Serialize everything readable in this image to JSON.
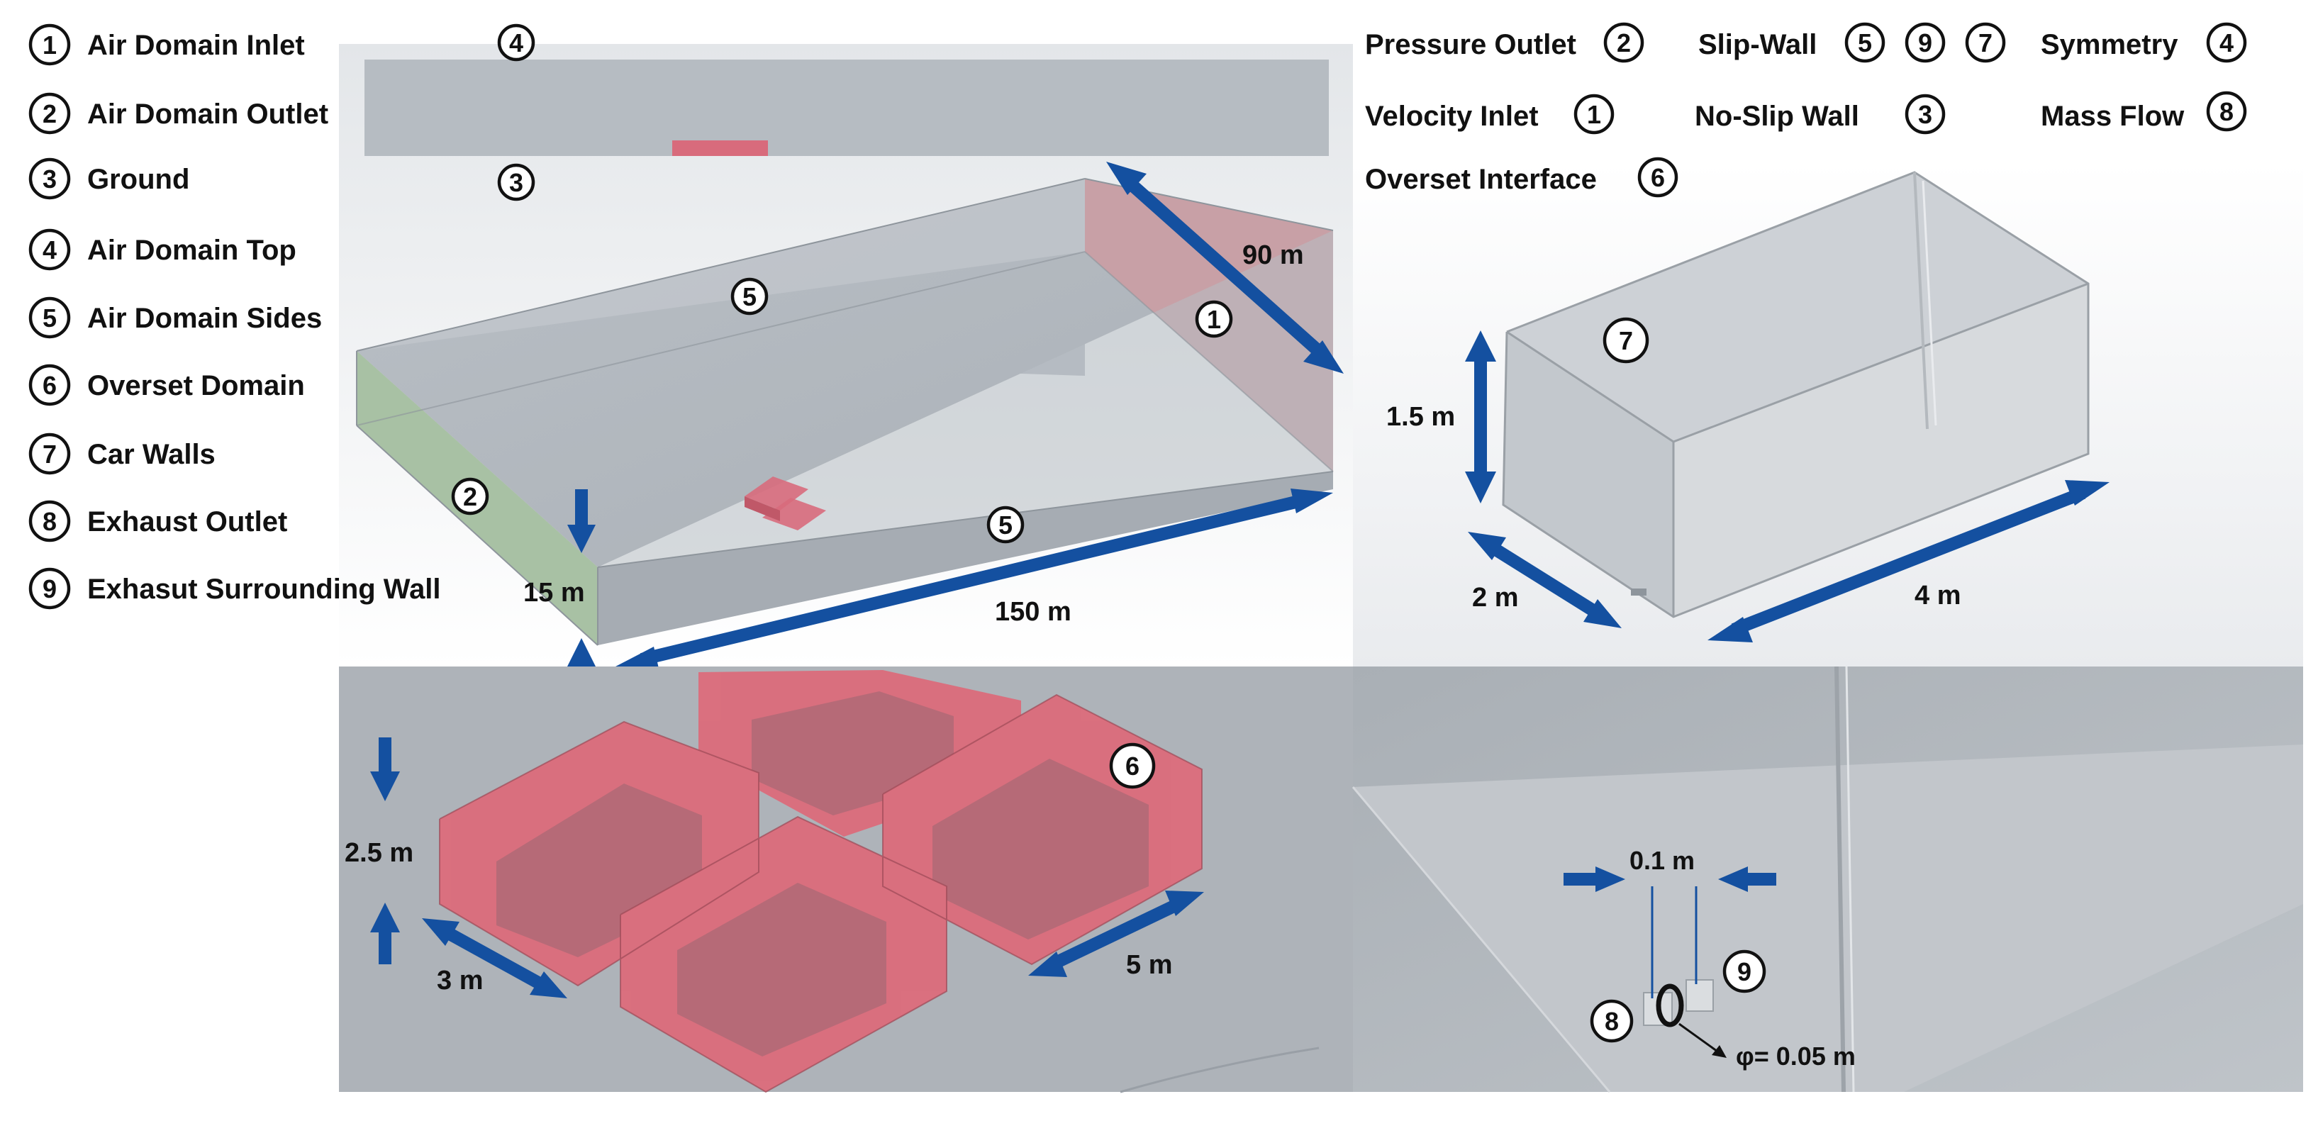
{
  "legend": [
    {
      "num": "1",
      "text": "Air Domain Inlet"
    },
    {
      "num": "2",
      "text": "Air Domain Outlet"
    },
    {
      "num": "3",
      "text": "Ground"
    },
    {
      "num": "4",
      "text": "Air Domain Top"
    },
    {
      "num": "5",
      "text": "Air Domain Sides"
    },
    {
      "num": "6",
      "text": "Overset Domain"
    },
    {
      "num": "7",
      "text": "Car Walls"
    },
    {
      "num": "8",
      "text": "Exhaust Outlet"
    },
    {
      "num": "9",
      "text": "Exhasut Surrounding Wall"
    }
  ],
  "boundary_conditions": {
    "pressure_outlet": {
      "text": "Pressure Outlet",
      "nums": [
        "2"
      ]
    },
    "slip_wall": {
      "text": "Slip-Wall",
      "nums": [
        "5",
        "9",
        "7"
      ]
    },
    "symmetry": {
      "text": "Symmetry",
      "nums": [
        "4"
      ]
    },
    "velocity_inlet": {
      "text": "Velocity Inlet",
      "nums": [
        "1"
      ]
    },
    "no_slip_wall": {
      "text": "No-Slip Wall",
      "nums": [
        "3"
      ]
    },
    "mass_flow": {
      "text": "Mass Flow",
      "nums": [
        "8"
      ]
    },
    "overset_interface": {
      "text": "Overset Interface",
      "nums": [
        "6"
      ]
    }
  },
  "domain_view": {
    "top_marker": "4",
    "ground_marker": "3",
    "side_marker_far": "5",
    "side_marker_near": "5",
    "inlet_marker": "1",
    "outlet_marker": "2",
    "dim_width": "90 m",
    "dim_length": "150 m",
    "dim_height": "15 m"
  },
  "car_view": {
    "marker": "7",
    "dim_height": "1.5 m",
    "dim_width": "2 m",
    "dim_length": "4 m"
  },
  "overset_view": {
    "marker": "6",
    "dim_height": "2.5 m",
    "dim_width": "3 m",
    "dim_length": "5 m"
  },
  "exhaust_view": {
    "marker_outlet": "8",
    "marker_wall": "9",
    "dim_gap": "0.1 m",
    "dim_diameter": "φ= 0.05 m"
  },
  "colors": {
    "domain_grey": "#b3b9c0",
    "panel_grey": "#aeb3b9",
    "inlet_red": "#c8a0a6",
    "outlet_green": "#a8c0a4",
    "overset_red": "#e06676",
    "arrow_blue": "#1450a0"
  }
}
